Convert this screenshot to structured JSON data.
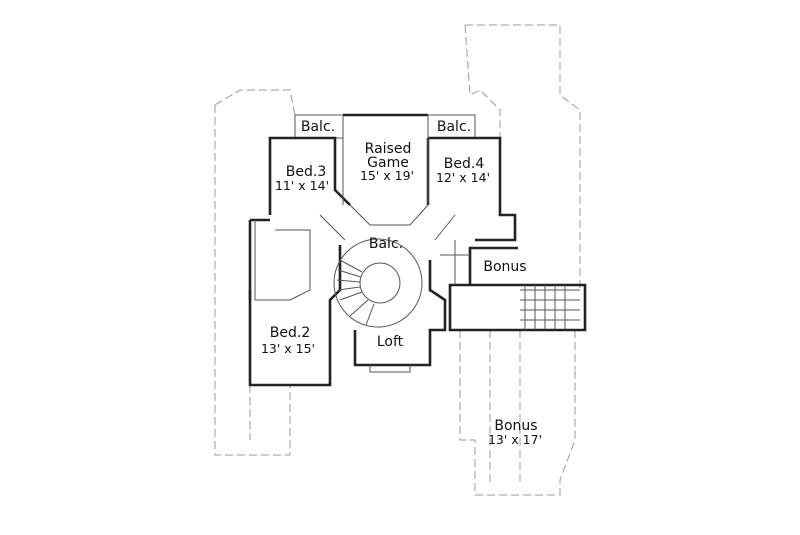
{
  "rooms": {
    "balc_left": {
      "name": "Balc."
    },
    "balc_right": {
      "name": "Balc."
    },
    "raised_game": {
      "name_line1": "Raised",
      "name_line2": "Game",
      "size": "15' x 19'"
    },
    "bed3": {
      "name": "Bed.3",
      "size": "11' x 14'"
    },
    "bed4": {
      "name": "Bed.4",
      "size": "12' x 14'"
    },
    "balc_center": {
      "name": "Balc."
    },
    "bonus_small": {
      "name": "Bonus"
    },
    "bed2": {
      "name": "Bed.2",
      "size": "13' x 15'"
    },
    "loft": {
      "name": "Loft"
    },
    "bonus_large": {
      "name": "Bonus",
      "size": "13' x 17'"
    }
  }
}
